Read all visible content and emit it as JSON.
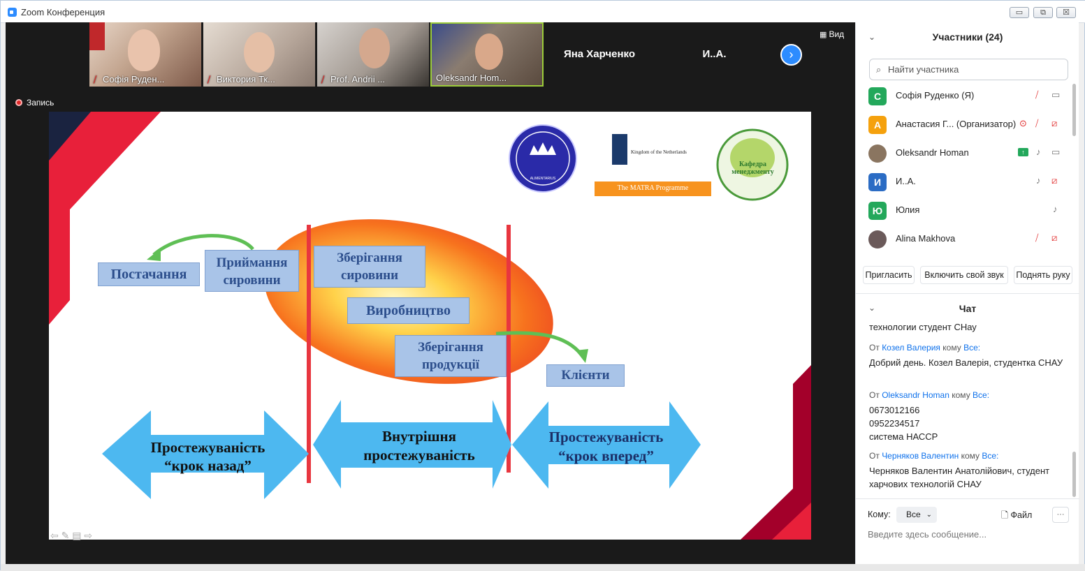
{
  "window": {
    "title": "Zoom Конференция"
  },
  "titlebar_buttons": {
    "minimize": "▭",
    "restore": "⧉",
    "close": "☒"
  },
  "gallery": {
    "tiles": [
      {
        "name": "Софія Руден...",
        "muted": true
      },
      {
        "name": "Виктория Тк...",
        "muted": true
      },
      {
        "name": "Prof. Andrii ...",
        "muted": true
      },
      {
        "name": "Oleksandr Hom...",
        "muted": false
      }
    ],
    "text_tiles": [
      "Яна Харченко",
      "И..А."
    ],
    "next_label": "›",
    "view_label": "Вид"
  },
  "recording": {
    "label": "Запись"
  },
  "slide": {
    "logo_netherlands": "Kingdom of the Netherlands",
    "logo_matra": "The MATRA Programme",
    "logo_alimentarius": "ALIMENTARIUS",
    "logo_snau": "Кафедра менеджменту",
    "boxes": {
      "supply": "Постачання",
      "receive_l1": "Приймання",
      "receive_l2": "сировини",
      "store_raw_l1": "Зберігання",
      "store_raw_l2": "сировини",
      "production": "Виробництво",
      "store_prod_l1": "Зберігання",
      "store_prod_l2": "продукції",
      "clients": "Клієнти"
    },
    "arrows": {
      "back_l1": "Простежуваність",
      "back_l2": "“крок назад”",
      "internal_l1": "Внутрішня",
      "internal_l2": "простежуваність",
      "forward_l1": "Простежуваність",
      "forward_l2": "“крок вперед”"
    },
    "nav": "⇦ ✎ ▤ ⇨"
  },
  "participants": {
    "header": "Участники (24)",
    "search_placeholder": "Найти участника",
    "list": [
      {
        "initial": "С",
        "color": "#23a85b",
        "name": "Софія Руденко (Я)"
      },
      {
        "initial": "А",
        "color": "#f5a10d",
        "name": "Анастасия Г...  (Организатор)"
      },
      {
        "initial": "",
        "color": "#8a7560",
        "name": "Oleksandr Homan"
      },
      {
        "initial": "И",
        "color": "#2b6cc4",
        "name": "И..А."
      },
      {
        "initial": "Ю",
        "color": "#23a85b",
        "name": "Юлия"
      },
      {
        "initial": "",
        "color": "#6b5a5a",
        "name": "Alina Makhova"
      }
    ],
    "buttons": {
      "invite": "Пригласить",
      "unmute": "Включить свой звук",
      "raise": "Поднять руку"
    }
  },
  "chat": {
    "header": "Чат",
    "partial_line": "технологии студент СНау",
    "messages": [
      {
        "from_label": "От",
        "from": "Козел Валерия",
        "to_label": "кому",
        "to": "Все:",
        "text": "Добрий день. Козел Валерія, студентка СНАУ"
      },
      {
        "from_label": "От",
        "from": "Oleksandr Homan",
        "to_label": "кому",
        "to": "Все:",
        "lines": [
          "0673012166",
          "0952234517",
          "система НАССР"
        ]
      },
      {
        "from_label": "От",
        "from": "Черняков Валентин",
        "to_label": "кому",
        "to": "Все:",
        "text": "Черняков Валентин Анатолійович, студент харчових технологій СНАУ"
      }
    ],
    "to_label": "Кому:",
    "to_value": "Все",
    "file_label": "Файл",
    "more_label": "···",
    "input_placeholder": "Введите здесь сообщение..."
  }
}
